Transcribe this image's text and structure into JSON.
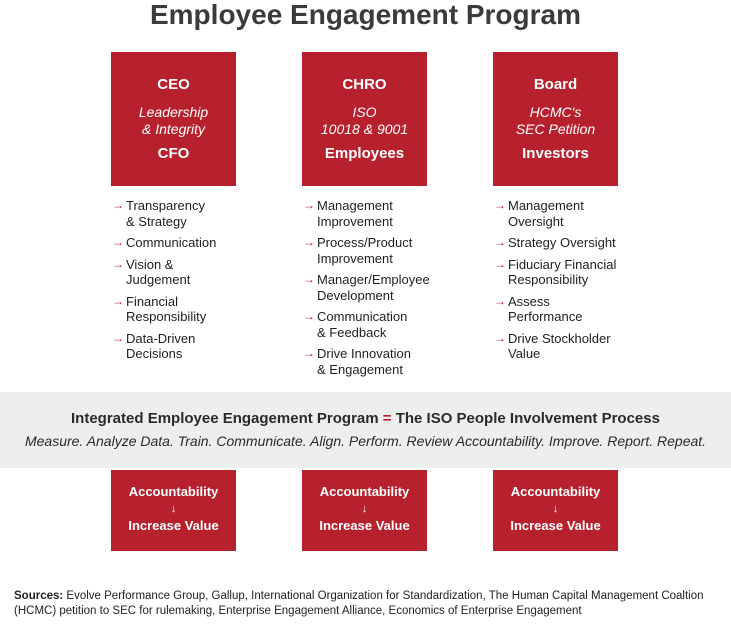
{
  "title": "Employee Engagement Program",
  "colors": {
    "accent_red": "#b7212d",
    "band_bg": "#ecefec",
    "title_gray": "#3b3b3b"
  },
  "columns": [
    {
      "top": "CEO",
      "middle": [
        "Leadership",
        "& Integrity"
      ],
      "bottom": "CFO",
      "items": [
        [
          "Transparency",
          "& Strategy"
        ],
        [
          "Communication"
        ],
        [
          "Vision &",
          "Judgement"
        ],
        [
          "Financial",
          "Responsibility"
        ],
        [
          "Data-Driven",
          "Decisions"
        ]
      ]
    },
    {
      "top": "CHRO",
      "middle": [
        "ISO",
        "10018 & 9001"
      ],
      "bottom": "Employees",
      "items": [
        [
          "Management",
          "Improvement"
        ],
        [
          "Process/Product",
          "Improvement"
        ],
        [
          "Manager/Employee",
          "Development"
        ],
        [
          "Communication",
          "& Feedback"
        ],
        [
          "Drive Innovation",
          "& Engagement"
        ]
      ]
    },
    {
      "top": "Board",
      "middle": [
        "HCMC's",
        "SEC Petition"
      ],
      "bottom": "Investors",
      "items": [
        [
          "Management",
          "Oversight"
        ],
        [
          "Strategy Oversight"
        ],
        [
          "Fiduciary Financial",
          "Responsibility"
        ],
        [
          "Assess",
          "Performance"
        ],
        [
          "Drive Stockholder",
          "Value"
        ]
      ]
    }
  ],
  "arrow_glyph": "→",
  "band": {
    "headline_left": "Integrated Employee Engagement Program",
    "equals": "=",
    "headline_right": "The ISO People Involvement Process",
    "subline": "Measure. Analyze Data. Train. Communicate. Align. Perform. Review Accountability. Improve. Report. Repeat."
  },
  "outcome_boxes": [
    {
      "line1": "Accountability",
      "arrow": "↓",
      "line2": "Increase Value"
    },
    {
      "line1": "Accountability",
      "arrow": "↓",
      "line2": "Increase Value"
    },
    {
      "line1": "Accountability",
      "arrow": "↓",
      "line2": "Increase Value"
    }
  ],
  "sources": {
    "label": "Sources:",
    "text": "Evolve Performance Group, Gallup, International Organization for Standardization, The Human Capital Management Coaltion (HCMC) petition to SEC for rulemaking, Enterprise Engagement Alliance, Economics of Enterprise Engagement"
  }
}
